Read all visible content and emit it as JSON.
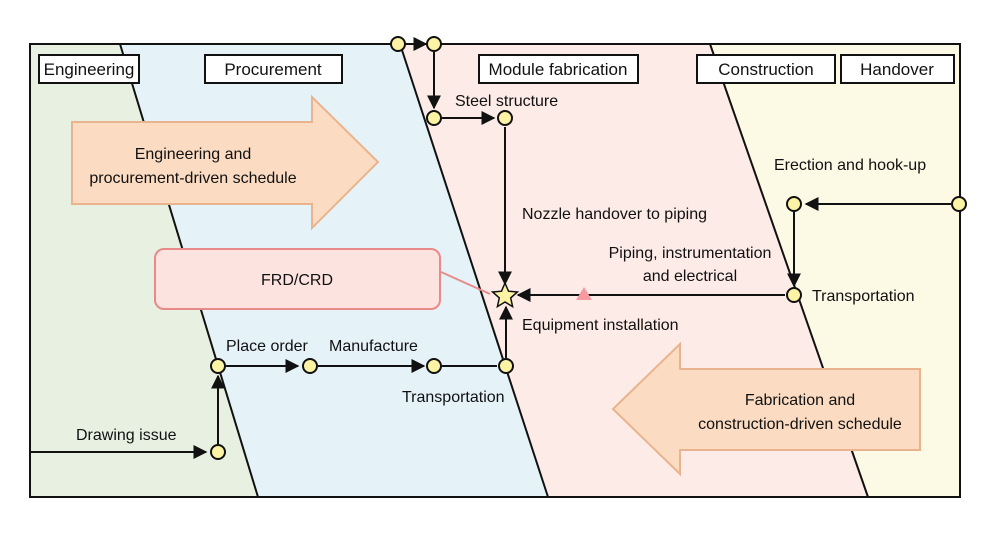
{
  "colors": {
    "engineering_zone": "#e8f1e1",
    "procurement_zone": "#e5f3f9",
    "fabrication_zone": "#fcebe6",
    "construction_zone": "#fcf9e5",
    "node_fill": "#fcf3a4",
    "big_arrow_fill": "#fbdcc2",
    "big_arrow_stroke": "#e9b48d",
    "frd_fill": "#fde3e0",
    "frd_stroke": "#e98a8a",
    "accent_triangle": "#f59aa0",
    "star_fill": "#fcf3a4"
  },
  "headers": {
    "engineering": "Engineering",
    "procurement": "Procurement",
    "module_fabrication": "Module fabrication",
    "construction": "Construction",
    "handover": "Handover"
  },
  "big_arrows": {
    "left_line1": "Engineering and",
    "left_line2": "procurement-driven schedule",
    "right_line1": "Fabrication and",
    "right_line2": "construction-driven schedule"
  },
  "frd_label": "FRD/CRD",
  "labels": {
    "steel_structure": "Steel structure",
    "nozzle_handover": "Nozzle handover to piping",
    "piping_line1": "Piping, instrumentation",
    "piping_line2": "and electrical",
    "erection": "Erection and hook-up",
    "transportation_right": "Transportation",
    "equipment_installation": "Equipment installation",
    "place_order": "Place order",
    "manufacture": "Manufacture",
    "transportation_left": "Transportation",
    "drawing_issue": "Drawing issue"
  }
}
